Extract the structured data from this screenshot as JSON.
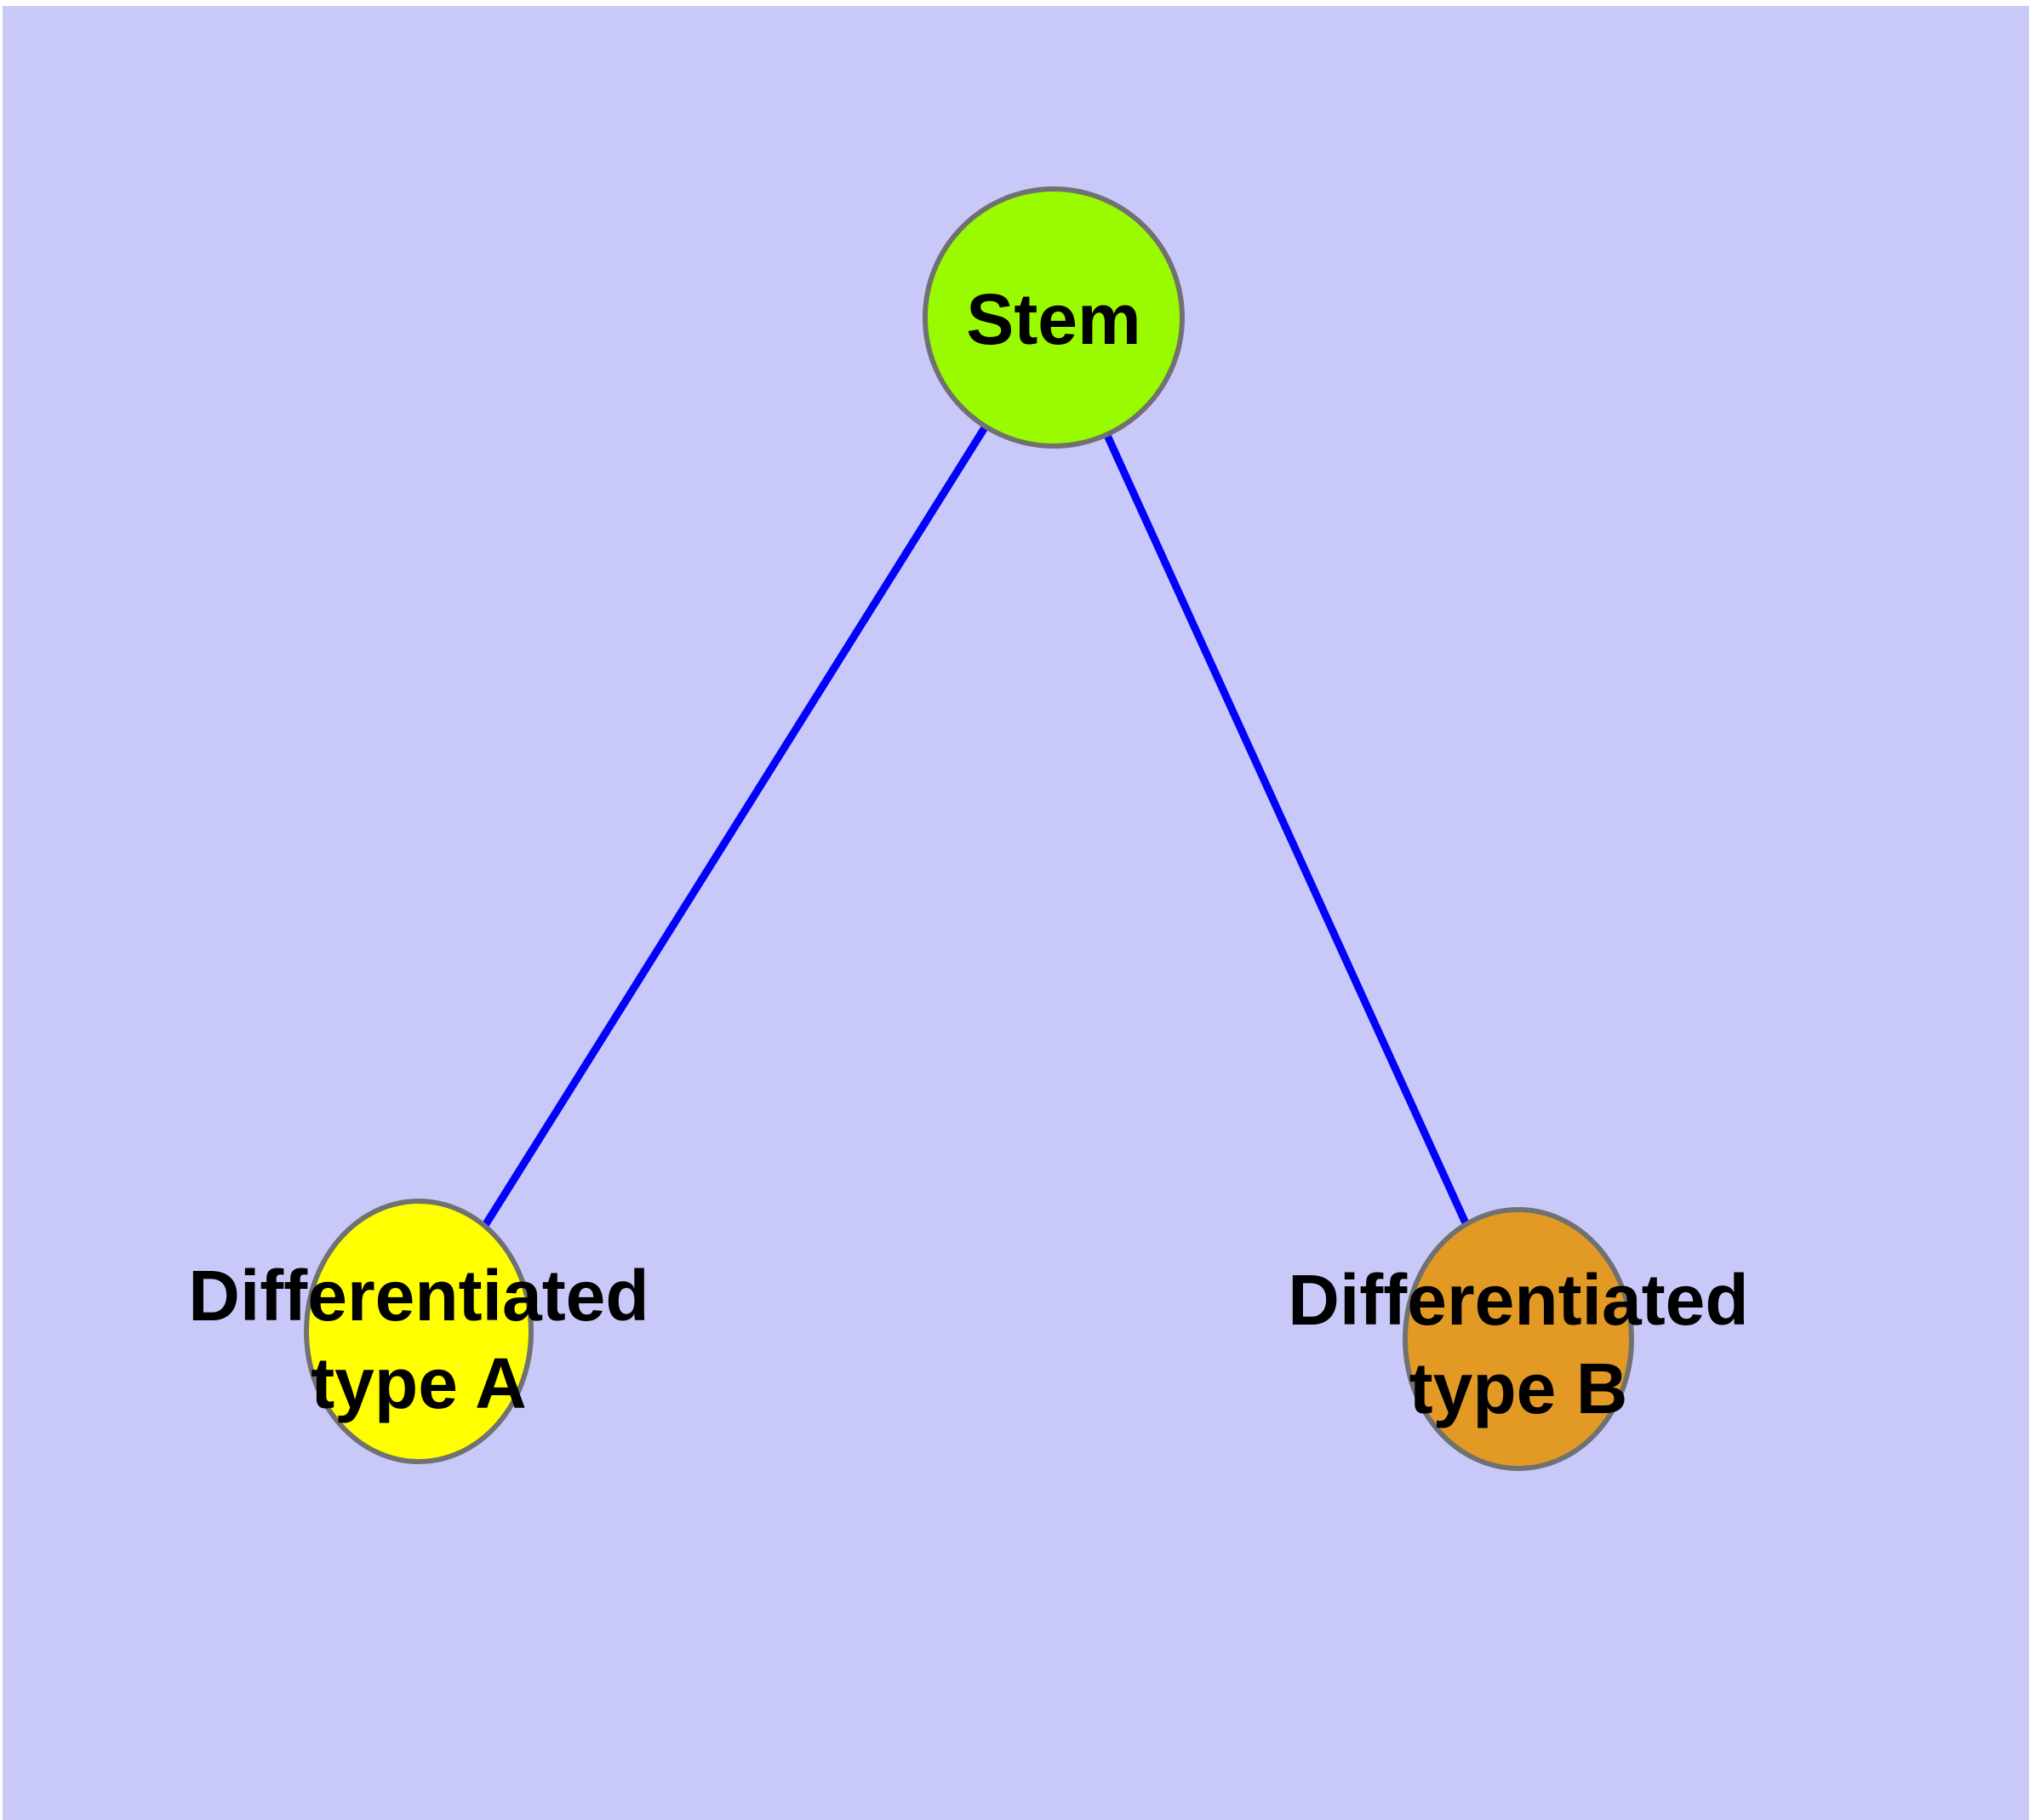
{
  "diagram": {
    "background_color": "#C9C9F9",
    "edge_color": "#0202FA",
    "node_border_color": "#717171",
    "nodes": {
      "stem": {
        "label": "Stem",
        "fill": "#9AFA00"
      },
      "type_a": {
        "label_line1": "Differentiated",
        "label_line2": "type A",
        "fill": "#FFFF00"
      },
      "type_b": {
        "label_line1": "Differentiated",
        "label_line2": "type B",
        "fill": "#E29A25"
      }
    },
    "edges": [
      {
        "from": "Stem",
        "to": "Differentiated type A"
      },
      {
        "from": "Stem",
        "to": "Differentiated type B"
      }
    ]
  }
}
